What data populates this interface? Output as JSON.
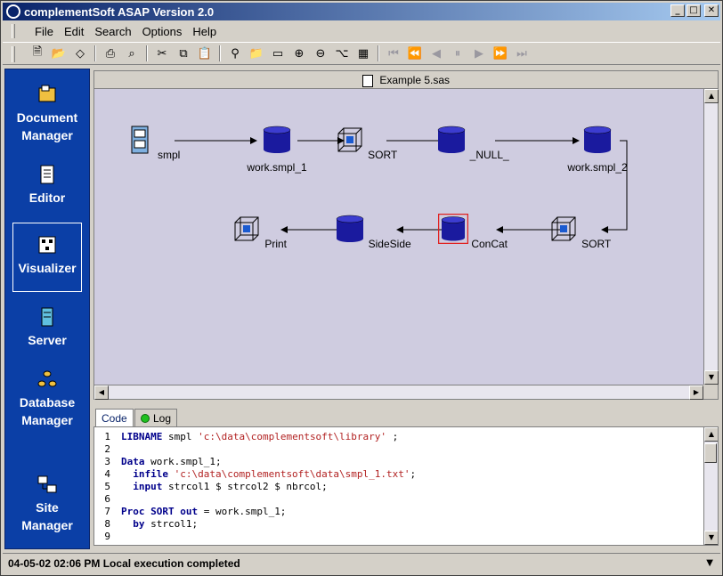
{
  "window": {
    "title": "complementSoft ASAP Version 2.0",
    "min": "_",
    "max": "□",
    "close": "✕"
  },
  "menu": [
    {
      "label": "File"
    },
    {
      "label": "Edit"
    },
    {
      "label": "Search"
    },
    {
      "label": "Options"
    },
    {
      "label": "Help"
    }
  ],
  "sidebar": {
    "items": [
      {
        "label_line1": "Document",
        "label_line2": "Manager",
        "icon": "document-manager-icon"
      },
      {
        "label_line1": "Editor",
        "label_line2": "",
        "icon": "editor-icon"
      },
      {
        "label_line1": "Visualizer",
        "label_line2": "",
        "icon": "visualizer-icon"
      },
      {
        "label_line1": "Server",
        "label_line2": "",
        "icon": "server-icon"
      },
      {
        "label_line1": "Database",
        "label_line2": "Manager",
        "icon": "database-manager-icon"
      },
      {
        "label_line1": "Site",
        "label_line2": "Manager",
        "icon": "site-manager-icon"
      }
    ]
  },
  "canvas": {
    "file_title": "Example 5.sas",
    "nodes": [
      {
        "label": "smpl",
        "kind": "file"
      },
      {
        "label": "work.smpl_1",
        "kind": "dataset"
      },
      {
        "label": "SORT",
        "kind": "proc"
      },
      {
        "label": "_NULL_",
        "kind": "dataset"
      },
      {
        "label": "work.smpl_2",
        "kind": "dataset"
      },
      {
        "label": "SORT",
        "kind": "proc"
      },
      {
        "label": "ConCat",
        "kind": "dataset"
      },
      {
        "label": "SideSide",
        "kind": "dataset"
      },
      {
        "label": "Print",
        "kind": "proc"
      }
    ]
  },
  "tabs": [
    {
      "label": "Code"
    },
    {
      "label": "Log"
    }
  ],
  "code": {
    "lines": [
      {
        "n": "1",
        "parts": [
          {
            "t": "LIBNAME ",
            "c": "kw"
          },
          {
            "t": "smpl ",
            "c": ""
          },
          {
            "t": "'c:\\data\\complementsoft\\library'",
            "c": "str"
          },
          {
            "t": " ;",
            "c": ""
          }
        ]
      },
      {
        "n": "2",
        "parts": []
      },
      {
        "n": "3",
        "parts": [
          {
            "t": "Data ",
            "c": "kw"
          },
          {
            "t": "work.smpl_1;",
            "c": ""
          }
        ]
      },
      {
        "n": "4",
        "parts": [
          {
            "t": "  infile ",
            "c": "kw"
          },
          {
            "t": "'c:\\data\\complementsoft\\data\\smpl_1.txt'",
            "c": "str"
          },
          {
            "t": ";",
            "c": ""
          }
        ]
      },
      {
        "n": "5",
        "parts": [
          {
            "t": "  input ",
            "c": "kw"
          },
          {
            "t": "strcol1 $ strcol2 $ nbrcol;",
            "c": ""
          }
        ]
      },
      {
        "n": "6",
        "parts": []
      },
      {
        "n": "7",
        "parts": [
          {
            "t": "Proc SORT out ",
            "c": "kw"
          },
          {
            "t": "= work.smpl_1;",
            "c": ""
          }
        ]
      },
      {
        "n": "8",
        "parts": [
          {
            "t": "  by ",
            "c": "kw"
          },
          {
            "t": "strcol1;",
            "c": ""
          }
        ]
      },
      {
        "n": "9",
        "parts": []
      }
    ]
  },
  "status": {
    "text": "04-05-02 02:06 PM Local execution completed"
  },
  "colors": {
    "sidebar": "#0b3fa6",
    "canvas": "#cfcce0",
    "dataset": "#1a1a9e",
    "selected": "#e02020"
  }
}
